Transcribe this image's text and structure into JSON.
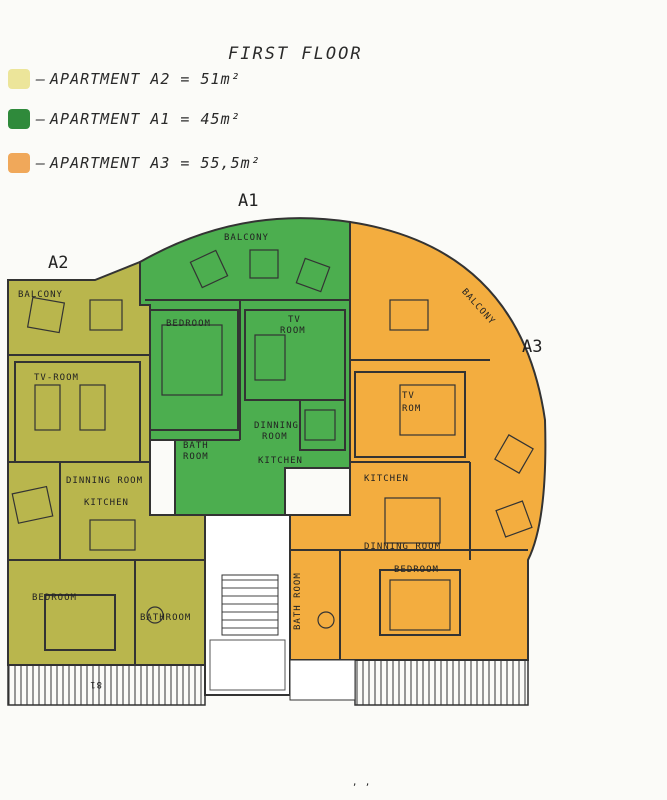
{
  "title": "FIRST FLOOR",
  "legend": [
    {
      "label": "APARTMENT A2",
      "area": "51",
      "unit": "m²",
      "color": "#ece59a"
    },
    {
      "label": "APARTMENT A1",
      "area": "45",
      "unit": "m²",
      "color": "#2f8a3b"
    },
    {
      "label": "APARTMENT A3",
      "area": "55,5",
      "unit": "m²",
      "color": "#f0a85a"
    }
  ],
  "apartments": {
    "a1": {
      "name": "A1",
      "color": "#4caf50"
    },
    "a2": {
      "name": "A2",
      "color": "#b7b54a"
    },
    "a3": {
      "name": "A3",
      "color": "#f2ad3e"
    }
  },
  "rooms": {
    "a2_balcony": "BALCONY",
    "a2_tv_room": "TV-ROOM",
    "a2_dinning_room": "DINNING ROOM",
    "a2_kitchen": "KITCHEN",
    "a2_bedroom": "BEDROOM",
    "a2_bathroom": "BATHROOM",
    "a1_balcony": "BALCONY",
    "a1_bedroom": "BEDROOM",
    "a1_tv": "TV",
    "a1_room": "ROOM",
    "a1_bath": "BATH",
    "a1_bath_room": "ROOM",
    "a1_dinning": "DINNING",
    "a1_dinning_room": "ROOM",
    "a1_kitchen": "KITCHEN",
    "a3_balcony": "BALCONY",
    "a3_tv": "TV",
    "a3_rom": "ROM",
    "a3_kitchen": "KITCHEN",
    "a3_dinning_room": "DINNING ROOM",
    "a3_bedroom": "BEDROOM",
    "a3_bathroom": "BATH ROOM"
  },
  "stair_mark": "81",
  "footer_mark": ", ,"
}
